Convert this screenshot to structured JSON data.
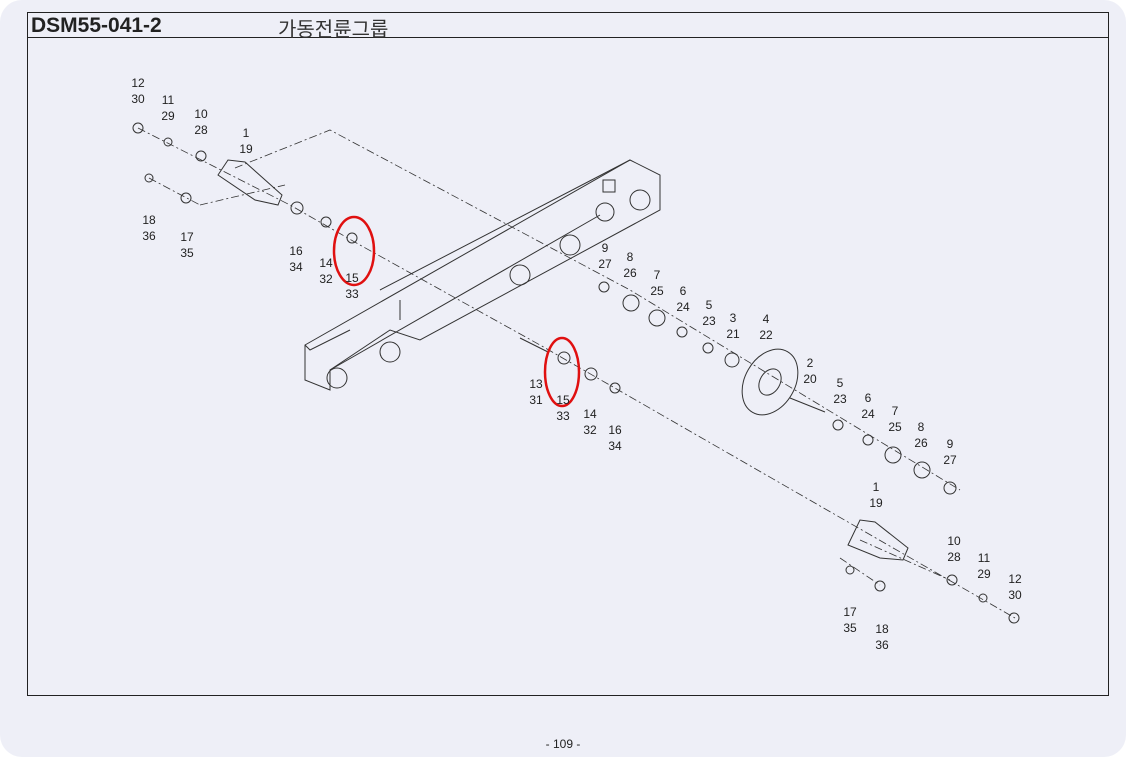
{
  "header": {
    "code": "DSM55-041-2",
    "title": "가동전륜그룹"
  },
  "callouts": [
    [
      "12",
      "30"
    ],
    [
      "11",
      "29"
    ],
    [
      "10",
      "28"
    ],
    [
      "1",
      "19"
    ],
    [
      "18",
      "36"
    ],
    [
      "17",
      "35"
    ],
    [
      "16",
      "34"
    ],
    [
      "14",
      "32"
    ],
    [
      "15",
      "33"
    ],
    [
      "9",
      "27"
    ],
    [
      "8",
      "26"
    ],
    [
      "7",
      "25"
    ],
    [
      "6",
      "24"
    ],
    [
      "5",
      "23"
    ],
    [
      "3",
      "21"
    ],
    [
      "4",
      "22"
    ],
    [
      "2",
      "20"
    ],
    [
      "5",
      "23"
    ],
    [
      "6",
      "24"
    ],
    [
      "7",
      "25"
    ],
    [
      "8",
      "26"
    ],
    [
      "9",
      "27"
    ],
    [
      "13",
      "31"
    ],
    [
      "15",
      "33"
    ],
    [
      "14",
      "32"
    ],
    [
      "16",
      "34"
    ],
    [
      "1",
      "19"
    ],
    [
      "10",
      "28"
    ],
    [
      "11",
      "29"
    ],
    [
      "12",
      "30"
    ],
    [
      "17",
      "35"
    ],
    [
      "18",
      "36"
    ]
  ],
  "highlight_color": "#e01010",
  "footer": {
    "page": "- 109 -"
  }
}
